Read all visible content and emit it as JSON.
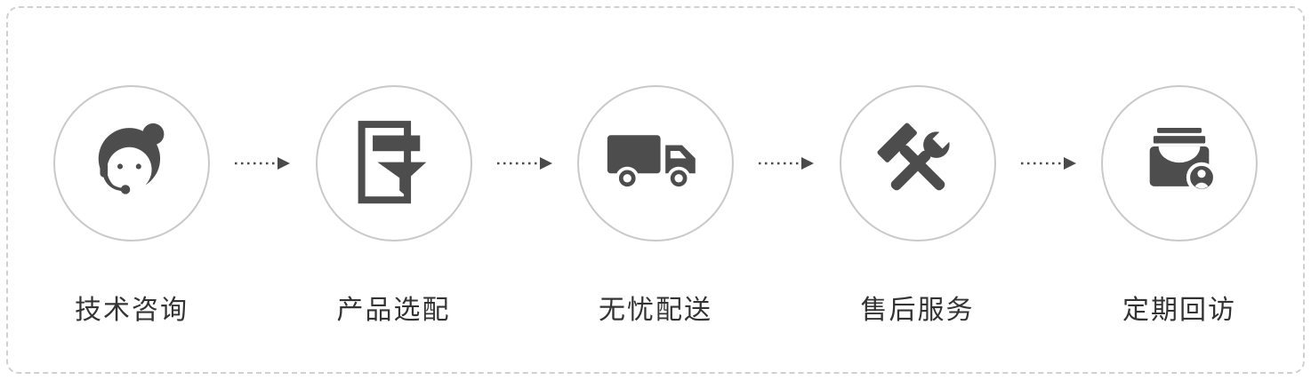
{
  "flow": {
    "steps": [
      {
        "label": "技术咨询",
        "icon": "support-agent-icon"
      },
      {
        "label": "产品选配",
        "icon": "product-filter-icon"
      },
      {
        "label": "无忧配送",
        "icon": "delivery-truck-icon"
      },
      {
        "label": "售后服务",
        "icon": "repair-tools-icon"
      },
      {
        "label": "定期回访",
        "icon": "follow-up-box-icon"
      }
    ],
    "arrow": {
      "direction": "right",
      "style": "dotted"
    },
    "colors": {
      "icon": "#4d4d4d",
      "circle_border": "#c9c9c9",
      "panel_border": "#d0d0d0",
      "label_text": "#333333",
      "arrow": "#4a4a4a",
      "background": "#ffffff"
    }
  }
}
